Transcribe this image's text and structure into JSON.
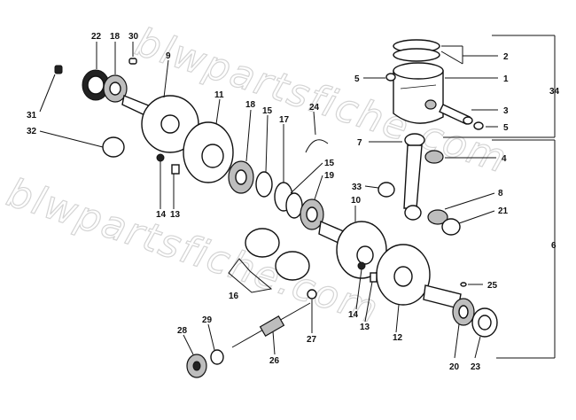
{
  "watermark": {
    "text": "blwpartsfiche.com"
  },
  "labels": [
    {
      "id": "l22",
      "text": "22"
    },
    {
      "id": "l18a",
      "text": "18"
    },
    {
      "id": "l30",
      "text": "30"
    },
    {
      "id": "l9",
      "text": "9"
    },
    {
      "id": "l11",
      "text": "11"
    },
    {
      "id": "l18b",
      "text": "18"
    },
    {
      "id": "l15a",
      "text": "15"
    },
    {
      "id": "l17",
      "text": "17"
    },
    {
      "id": "l24",
      "text": "24"
    },
    {
      "id": "l31",
      "text": "31"
    },
    {
      "id": "l32",
      "text": "32"
    },
    {
      "id": "l14a",
      "text": "14"
    },
    {
      "id": "l13a",
      "text": "13"
    },
    {
      "id": "l15b",
      "text": "15"
    },
    {
      "id": "l19",
      "text": "19"
    },
    {
      "id": "l33",
      "text": "33"
    },
    {
      "id": "l10",
      "text": "10"
    },
    {
      "id": "l16",
      "text": "16"
    },
    {
      "id": "l14b",
      "text": "14"
    },
    {
      "id": "l13b",
      "text": "13"
    },
    {
      "id": "l12",
      "text": "12"
    },
    {
      "id": "l28",
      "text": "28"
    },
    {
      "id": "l29",
      "text": "29"
    },
    {
      "id": "l26",
      "text": "26"
    },
    {
      "id": "l27",
      "text": "27"
    },
    {
      "id": "l2",
      "text": "2"
    },
    {
      "id": "l1",
      "text": "1"
    },
    {
      "id": "l5a",
      "text": "5"
    },
    {
      "id": "l3",
      "text": "3"
    },
    {
      "id": "l5b",
      "text": "5"
    },
    {
      "id": "l34",
      "text": "34"
    },
    {
      "id": "l7",
      "text": "7"
    },
    {
      "id": "l4",
      "text": "4"
    },
    {
      "id": "l8",
      "text": "8"
    },
    {
      "id": "l21",
      "text": "21"
    },
    {
      "id": "l6",
      "text": "6"
    },
    {
      "id": "l25",
      "text": "25"
    },
    {
      "id": "l20",
      "text": "20"
    },
    {
      "id": "l23",
      "text": "23"
    }
  ]
}
